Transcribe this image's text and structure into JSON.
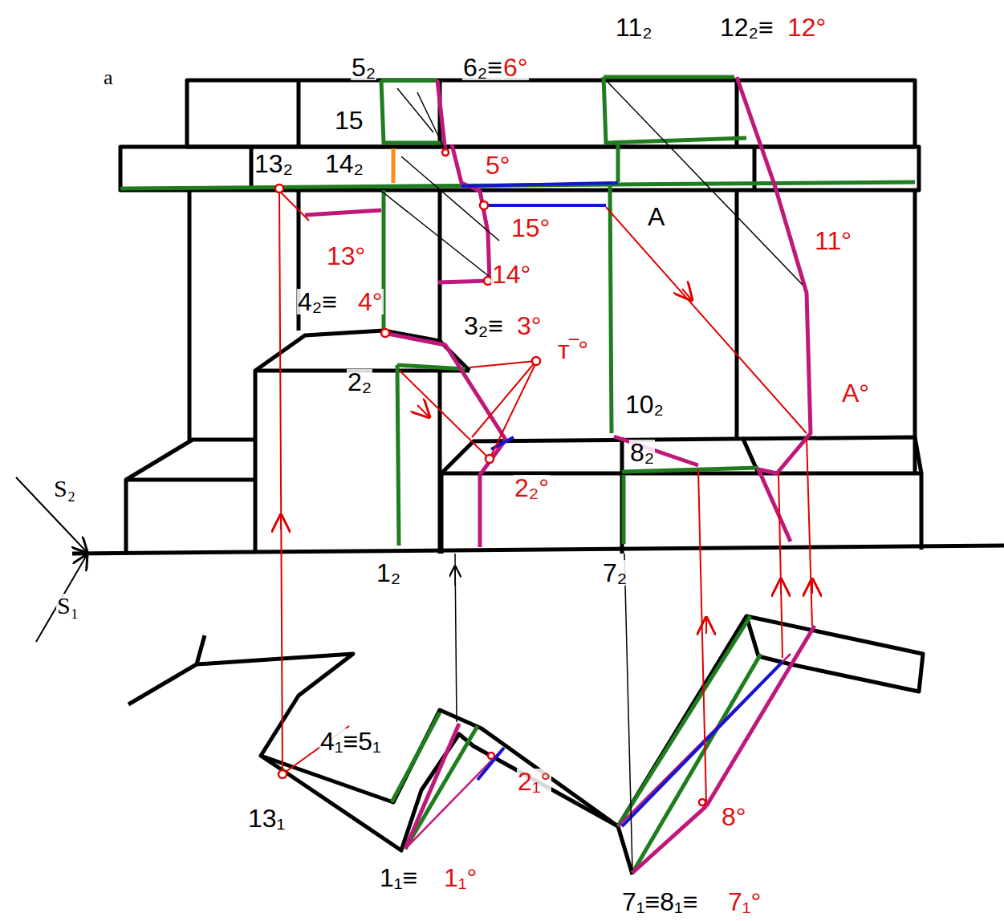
{
  "diagram": {
    "labels": [
      "a",
      "5₂",
      "6₂≡",
      "6°",
      "11₂",
      "12₂≡",
      "12°",
      "15",
      "13₂",
      "14₂",
      "5°",
      "15°",
      "A",
      "11°",
      "13°",
      "14°",
      "4₂≡",
      "4°",
      "3₂≡",
      "3°",
      "т‾°",
      "2₂",
      "10₂",
      "A°",
      "8₂",
      "S₂",
      "2₂°",
      "S₁",
      "1₂",
      "7₂",
      "4₁≡5₁",
      "2₁°",
      "13₁",
      "8°",
      "1₁≡",
      "1₁°",
      "7₁≡8₁≡",
      "7₁°"
    ]
  }
}
